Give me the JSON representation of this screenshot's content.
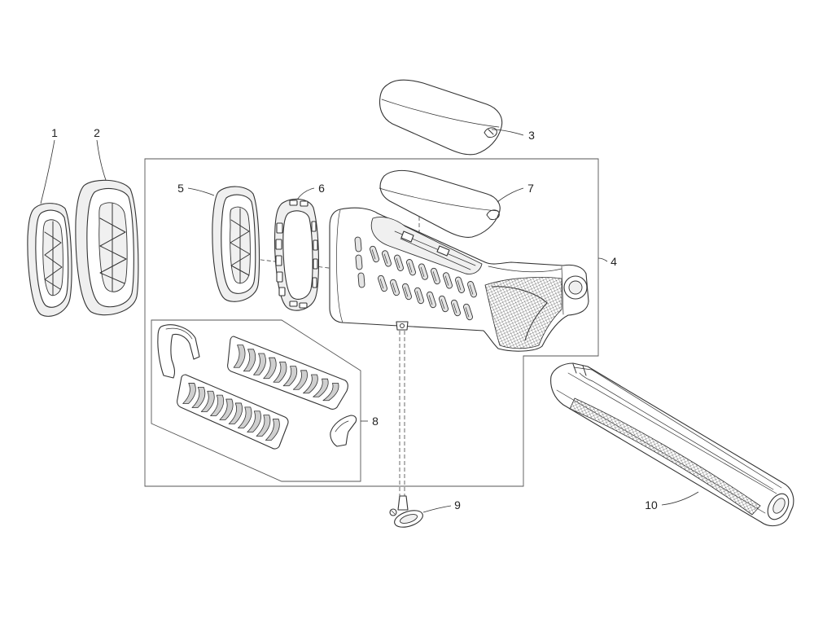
{
  "diagram": {
    "callouts": [
      "1",
      "2",
      "3",
      "4",
      "5",
      "6",
      "7",
      "8",
      "9",
      "10"
    ]
  },
  "colors": {
    "line": "#333333",
    "background": "#ffffff"
  }
}
